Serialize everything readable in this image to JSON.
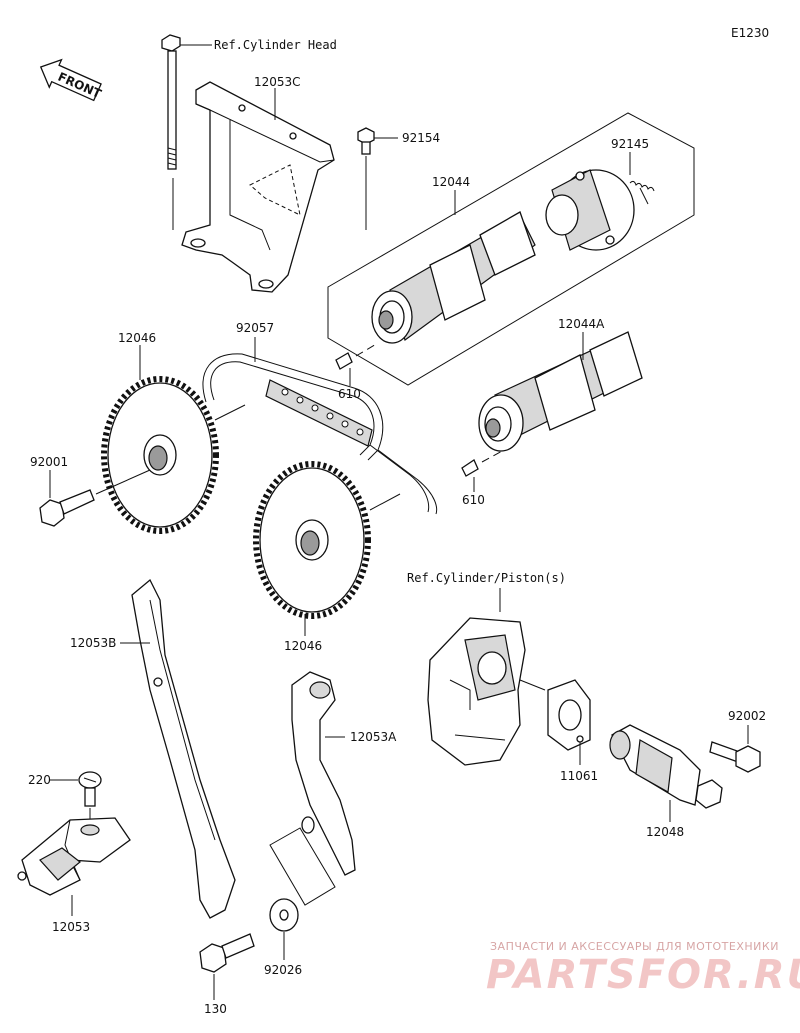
{
  "diagram_code": "E1230",
  "front_label": "FRONT",
  "watermark": {
    "tagline": "ЗАПЧАСТИ И АКСЕССУАРЫ ДЛЯ МОТОТЕХНИКИ",
    "brand": "PARTSFOR.RU"
  },
  "labels": {
    "ref_cylinder_head": "Ref.Cylinder Head",
    "p12053C": "12053C",
    "p92154": "92154",
    "p92145": "92145",
    "p12044": "12044",
    "p12046_top": "12046",
    "p92057": "92057",
    "p12044A": "12044A",
    "p610_a": "610",
    "p92001": "92001",
    "p610_b": "610",
    "p12046_bottom": "12046",
    "ref_cylinder_piston": "Ref.Cylinder/Piston(s)",
    "p12053B": "12053B",
    "p12053A": "12053A",
    "p92002": "92002",
    "p220": "220",
    "p11061": "11061",
    "p12048": "12048",
    "p12053": "12053",
    "p92026": "92026",
    "p130": "130"
  }
}
